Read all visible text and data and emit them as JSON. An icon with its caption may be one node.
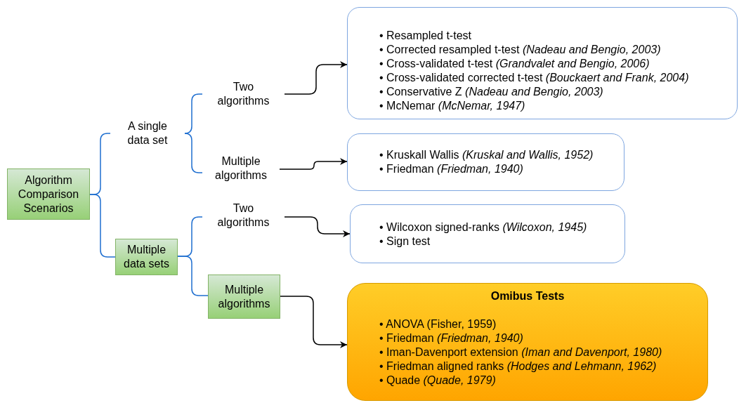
{
  "diagram": {
    "nodes": [
      {
        "text": [
          "Algorithm Comparison Scenarios"
        ]
      },
      {
        "text": [
          "A single data set"
        ]
      },
      {
        "text": [
          "Multiple data sets"
        ]
      },
      {
        "text": [
          "Two algorithms"
        ]
      },
      {
        "text": [
          "Multiple algorithms"
        ]
      },
      {
        "text": [
          "Two algorithms"
        ]
      },
      {
        "text": [
          "Multiple algorithms"
        ]
      },
      {
        "text": [
          "• Resampled t-test",
          "• Corrected resampled t-test *(Nadeau and Bengio, 2003)*",
          "• Cross-validated t-test *(Grandvalet and Bengio, 2006)*",
          "• Cross-validated corrected t-test *(Bouckaert and Frank, 2004)*",
          "• Conservative Z *(Nadeau and Bengio, 2003)*",
          "• McNemar *(McNemar, 1947)*"
        ]
      },
      {
        "text": [
          "• Kruskall Wallis *(Kruskal and Wallis, 1952)*",
          "• Friedman *(Friedman, 1940)*"
        ]
      },
      {
        "text": [
          "• Wilcoxon signed-ranks *(Wilcoxon, 1945)*",
          "• Sign test"
        ]
      },
      {
        "text": [
          "Omibus Tests",
          "• ANOVA (Fisher, 1959)",
          "• Friedman *(Friedman, 1940)*",
          "• Iman-Davenport extension *(Iman and Davenport, 1980)*",
          "• Friedman aligned ranks *(Hodges and Lehmann, 1962)*",
          "• Quade *(Quade, 1979)*"
        ]
      }
    ],
    "edges": [
      {
        "from": 0,
        "to": 1,
        "arrow": "none",
        "color": "#1f6fd0"
      },
      {
        "from": 0,
        "to": 2,
        "arrow": "none",
        "color": "#1f6fd0"
      },
      {
        "from": 1,
        "to": 3,
        "arrow": "none",
        "color": "#1f6fd0"
      },
      {
        "from": 1,
        "to": 4,
        "arrow": "none",
        "color": "#1f6fd0"
      },
      {
        "from": 2,
        "to": 5,
        "arrow": "none",
        "color": "#1f6fd0"
      },
      {
        "from": 2,
        "to": 6,
        "arrow": "none",
        "color": "#1f6fd0"
      },
      {
        "from": 3,
        "to": 7,
        "arrow": "to",
        "color": "#000000"
      },
      {
        "from": 4,
        "to": 8,
        "arrow": "to",
        "color": "#000000"
      },
      {
        "from": 5,
        "to": 9,
        "arrow": "to",
        "color": "#000000"
      },
      {
        "from": 6,
        "to": 10,
        "arrow": "to",
        "color": "#000000"
      }
    ]
  }
}
